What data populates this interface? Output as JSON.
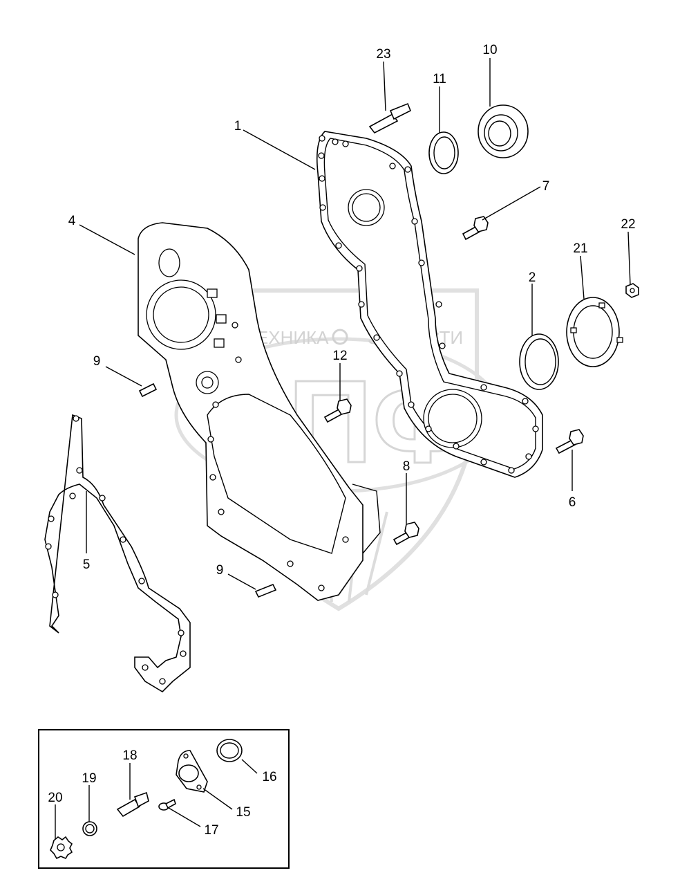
{
  "watermark": {
    "left_text": "ТЕХНИКА",
    "right_text": "ЗАПЧАСТИ",
    "logo_letters": "ЭПФ"
  },
  "callouts": [
    {
      "id": "1",
      "label": "1"
    },
    {
      "id": "2",
      "label": "2"
    },
    {
      "id": "4",
      "label": "4"
    },
    {
      "id": "5",
      "label": "5"
    },
    {
      "id": "6",
      "label": "6"
    },
    {
      "id": "7",
      "label": "7"
    },
    {
      "id": "8",
      "label": "8"
    },
    {
      "id": "9a",
      "label": "9"
    },
    {
      "id": "9b",
      "label": "9"
    },
    {
      "id": "10",
      "label": "10"
    },
    {
      "id": "11",
      "label": "11"
    },
    {
      "id": "12",
      "label": "12"
    },
    {
      "id": "15",
      "label": "15"
    },
    {
      "id": "16",
      "label": "16"
    },
    {
      "id": "17",
      "label": "17"
    },
    {
      "id": "18",
      "label": "18"
    },
    {
      "id": "19",
      "label": "19"
    },
    {
      "id": "20",
      "label": "20"
    },
    {
      "id": "21",
      "label": "21"
    },
    {
      "id": "22",
      "label": "22"
    },
    {
      "id": "23",
      "label": "23"
    }
  ]
}
